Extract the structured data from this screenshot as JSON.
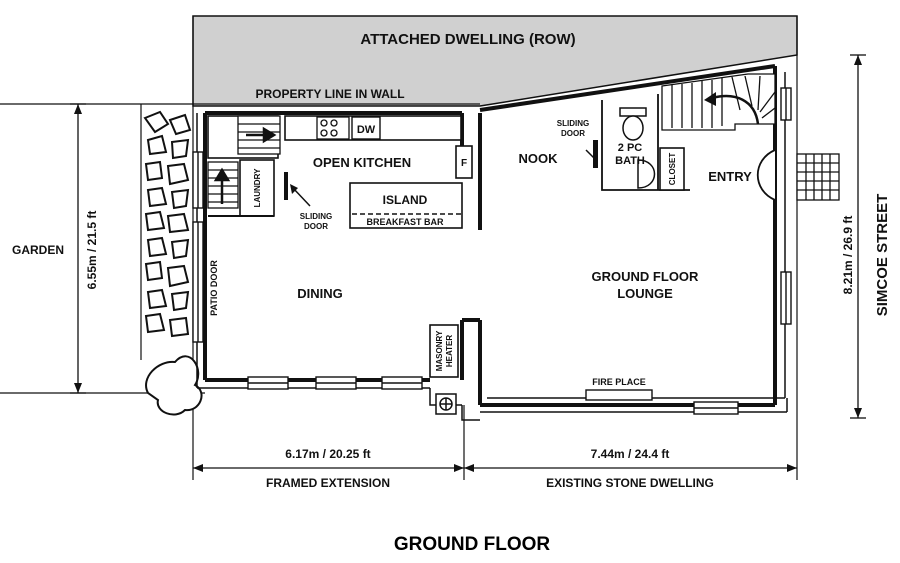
{
  "title": "GROUND FLOOR",
  "top_label": "ATTACHED DWELLING (ROW)",
  "property_line": "PROPERTY LINE IN WALL",
  "street": "SIMCOE STREET",
  "garden": "GARDEN",
  "rooms": {
    "open_kitchen": "OPEN KITCHEN",
    "island": "ISLAND",
    "breakfast_bar": "BREAKFAST BAR",
    "dw": "DW",
    "fridge": "F",
    "laundry": "LAUNDRY",
    "sliding_door_left": [
      "SLIDING",
      "DOOR"
    ],
    "sliding_door_bath": [
      "SLIDING",
      "DOOR"
    ],
    "nook": "NOOK",
    "bath": [
      "2 PC",
      "BATH"
    ],
    "closet": "CLOSET",
    "entry": "ENTRY",
    "lounge": [
      "GROUND FLOOR",
      "LOUNGE"
    ],
    "dining": "DINING",
    "patio_door": "PATIO DOOR",
    "masonry_heater": [
      "MASONRY",
      "HEATER"
    ],
    "fire_place": "FIRE PLACE"
  },
  "dimensions": {
    "left_depth": "6.55m / 21.5 ft",
    "right_depth": "8.21m / 26.9 ft",
    "extension_width": "6.17m / 20.25 ft",
    "stone_width": "7.44m / 24.4 ft",
    "extension_label": "FRAMED EXTENSION",
    "stone_label": "EXISTING STONE DWELLING"
  }
}
